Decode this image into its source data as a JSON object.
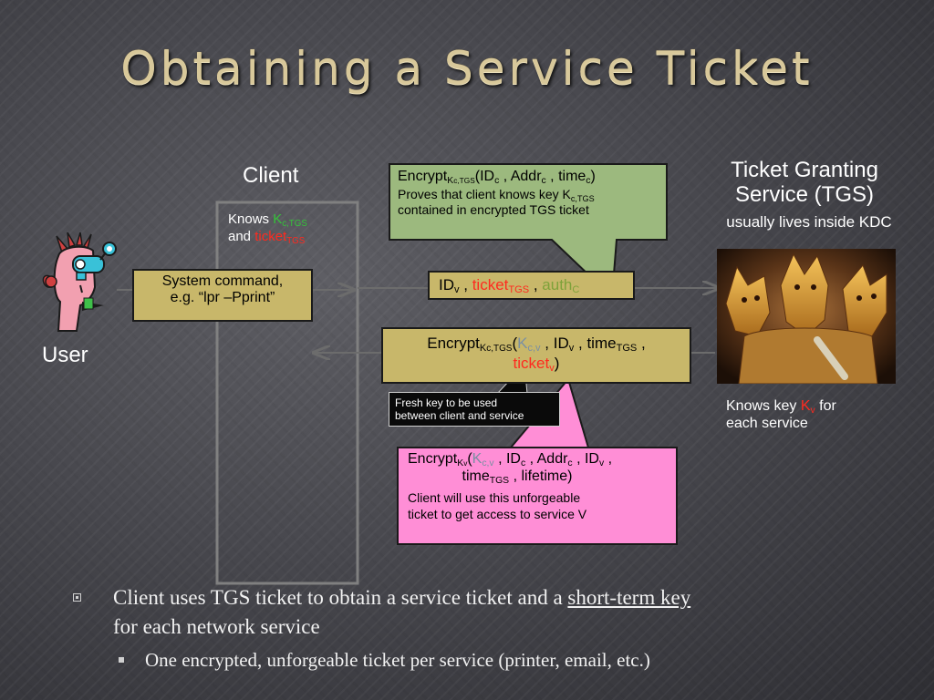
{
  "title": "Obtaining a Service Ticket",
  "client": {
    "label": "Client",
    "knows_prefix": "Knows ",
    "knows_key": "K",
    "knows_key_sub": "c,TGS",
    "and_text": "and ",
    "ticket_text": "ticket",
    "ticket_sub": "TGS"
  },
  "user": {
    "label": "User"
  },
  "tgs": {
    "title_line1": "Ticket Granting",
    "title_line2": "Service (TGS)",
    "subtitle": "usually lives inside KDC",
    "knows_prefix": "Knows key ",
    "knows_key": "K",
    "knows_key_sub": "v",
    "knows_suffix": " for",
    "knows_line2": "each service"
  },
  "system_command": {
    "line1": "System command,",
    "line2": "e.g. “lpr –Pprint”"
  },
  "bubble_tgs": {
    "encrypt": "Encrypt",
    "key_sub": "K",
    "key_subsub": "c,TGS",
    "args_open": "(ID",
    "id_sub": "c",
    "addr": " , Addr",
    "addr_sub": "c",
    "time": " , time",
    "time_sub": "c",
    "close": ")",
    "note_line1_a": "Proves that client knows key K",
    "note_line1_sub": "c,TGS",
    "note_line2": "contained in encrypted TGS ticket"
  },
  "request_box": {
    "id": "ID",
    "id_sub": "v",
    "sep1": " , ",
    "ticket": "ticket",
    "ticket_sub": "TGS",
    "sep2": " , ",
    "auth": "auth",
    "auth_sub": "C"
  },
  "response_box": {
    "encrypt": "Encrypt",
    "key_sub": "K",
    "key_subsub": "c,TGS",
    "open": "(",
    "kcv": "K",
    "kcv_sub": "c,v",
    "id_part": " , ID",
    "id_sub": "v",
    "time_part": " , time",
    "time_sub": "TGS",
    "comma": " ,",
    "ticket": "ticket",
    "ticket_sub": "v",
    "close": ")"
  },
  "fresh_key_note": {
    "line1": "Fresh key to be used",
    "line2": "between client and service"
  },
  "bubble_ticket": {
    "encrypt": "Encrypt",
    "key_sub": "K",
    "key_subsub": "v",
    "open": "(",
    "kcv": "K",
    "kcv_sub": "c,v",
    "id_c": " , ID",
    "id_c_sub": "c",
    "addr": " , Addr",
    "addr_sub": "c",
    "id_v": " , ID",
    "id_v_sub": "v",
    "comma": " ,",
    "time": "time",
    "time_sub": "TGS",
    "lifetime": " , lifetime)",
    "note_line1": "Client will use this unforgeable",
    "note_line2": "ticket to get access to service V"
  },
  "bullets": {
    "main_a": "Client uses TGS ticket to obtain a service ticket and a ",
    "main_underlined": "short-term key",
    "main_b": "for each network service",
    "sub": "One encrypted, unforgeable ticket per service (printer, email, etc.)"
  },
  "colors": {
    "red": "#ff2a1f",
    "green": "#35c43a",
    "khaki": "#c8b76a",
    "pink": "#ff8ed6",
    "bubble_green": "#9cb97e"
  },
  "icons": [
    "user-figure-icon",
    "cerberus-image",
    "square-bullet-icon",
    "small-square-bullet-icon"
  ]
}
